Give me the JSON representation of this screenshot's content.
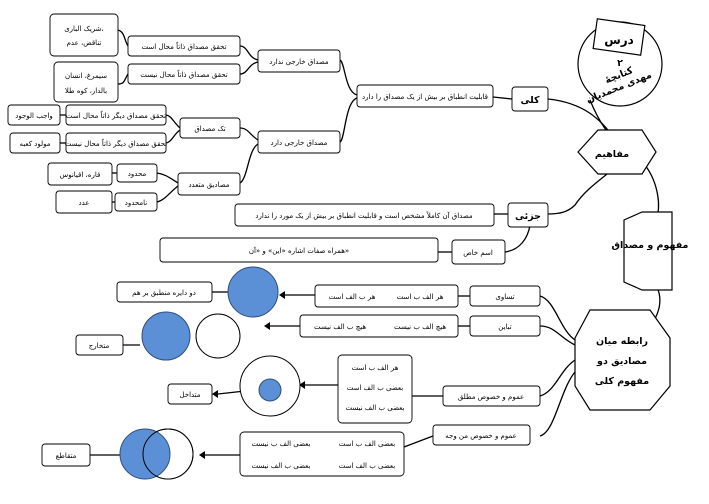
{
  "badge": {
    "title": "درس",
    "number": "۲",
    "subtitle_line1": "کتابچهٔ",
    "subtitle_line2": "مهدی محمدیان"
  },
  "hubs": {
    "mafahim": "مفاهیم",
    "mafhum_misdaq": "مفهوم و مصداق",
    "rabete_line1": "رابطه میان",
    "rabete_line2": "مصادیق دو",
    "rabete_line3": "مفهوم کلی"
  },
  "kolli": {
    "label": "کلی",
    "definition": "قابلیت انطباق بر بیش از یک مصداق را دارد",
    "no_external": "مصداق خارجی ندارد",
    "impossible_essential": "تحقق مصداق ذاتاً محال است",
    "not_impossible_essential": "تحقق مصداق ذاتاً محال نیست",
    "examples_impossible": [
      "شریک الباری،",
      "تناقض، عدم"
    ],
    "examples_possible": [
      "سیمرغ، انسان",
      "بالدار، کوه طلا"
    ],
    "has_external": "مصداق خارجی دارد",
    "single": "تک مصداق",
    "other_impossible": "تحقق مصداق دیگر ذاتاً محال است",
    "other_not_impossible": "تحقق مصداق دیگر ذاتاً محال نیست",
    "wajib": "واجب الوجود",
    "mowlood_kaaba": "مولود کعبه",
    "multiple": "مصادیق متعدد",
    "limited": "محدود",
    "unlimited": "نامحدود",
    "qara_oqyanus": "قاره، اقیانوس",
    "adad": "عدد"
  },
  "jozi": {
    "label": "جزئی",
    "definition": "مصداق آن کاملاً مشخص است و قابلیت انطباق بر بیش از یک مورد را ندارد",
    "proper_noun": "اسم خاص",
    "demonstrative": "همراه صفات اشاره «این» و «آن»"
  },
  "relations": {
    "equal": {
      "label": "تساوی",
      "rule_a": "هر الف ب است",
      "rule_b": "هر ب الف است",
      "caption": "دو دایره منطبق بر هم"
    },
    "distinct": {
      "label": "تباین",
      "rule_a": "هیچ الف ب نیست",
      "rule_b": "هیچ ب الف نیست",
      "caption": "متخارج"
    },
    "general_absolute": {
      "label": "عموم و خصوص مطلق",
      "rules": [
        "هر الف ب است",
        "بعضی ب الف است",
        "بعضی ب الف نیست"
      ],
      "caption": "متداخل"
    },
    "general_partial": {
      "label": "عموم و خصوص من وجه",
      "rules_right": [
        "بعضی الف ب است",
        "بعضی ب الف است"
      ],
      "rules_left": [
        "بعضی الف ب نیست",
        "بعضی ب الف نیست"
      ],
      "caption": "متقاطع"
    }
  },
  "colors": {
    "fill_blue": "#5b8fd6",
    "circle_stroke": "#2f4f7a",
    "line": "#000000"
  }
}
